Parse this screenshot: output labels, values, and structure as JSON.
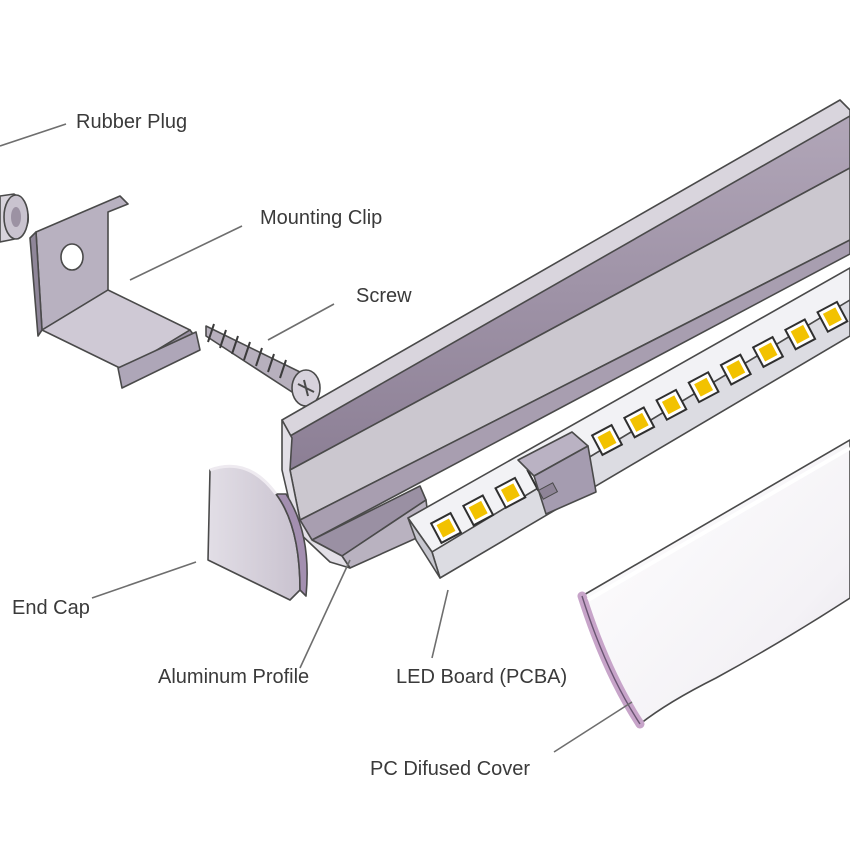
{
  "labels": {
    "rubber_plug": "Rubber Plug",
    "mounting_clip": "Mounting Clip",
    "screw": "Screw",
    "end_cap": "End Cap",
    "aluminum_profile": "Aluminum Profile",
    "led_board": "LED Board (PCBA)",
    "pc_cover": "PC Difused Cover"
  },
  "colors": {
    "profile_face": "#cfcbd3",
    "profile_dark": "#8e8096",
    "clip": "#aaa3b3",
    "led_board": "#ececf0",
    "led_chip": "#f2c200",
    "cover": "#f6f5f8",
    "cover_edge": "#c7a4c9"
  }
}
